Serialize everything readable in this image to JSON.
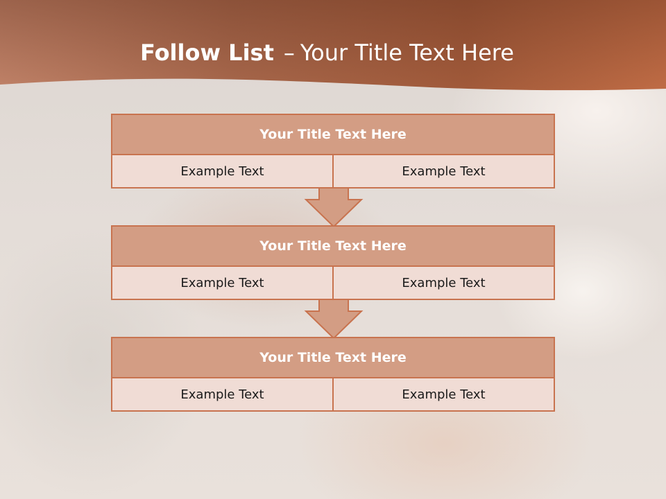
{
  "slide": {
    "title_bold": "Follow List",
    "title_dash": "–",
    "title_rest": "Your Title Text Here"
  },
  "blocks": [
    {
      "title": "Your Title Text Here",
      "left": "Example Text",
      "right": "Example Text"
    },
    {
      "title": "Your Title Text Here",
      "left": "Example Text",
      "right": "Example Text"
    },
    {
      "title": "Your Title Text Here",
      "left": "Example Text",
      "right": "Example Text"
    }
  ],
  "colors": {
    "accent": "#c8734f",
    "header_fill": "#d39d84",
    "cell_fill": "#f0dcd5",
    "band_dark": "#8a4a30",
    "band_light": "#c48062"
  }
}
